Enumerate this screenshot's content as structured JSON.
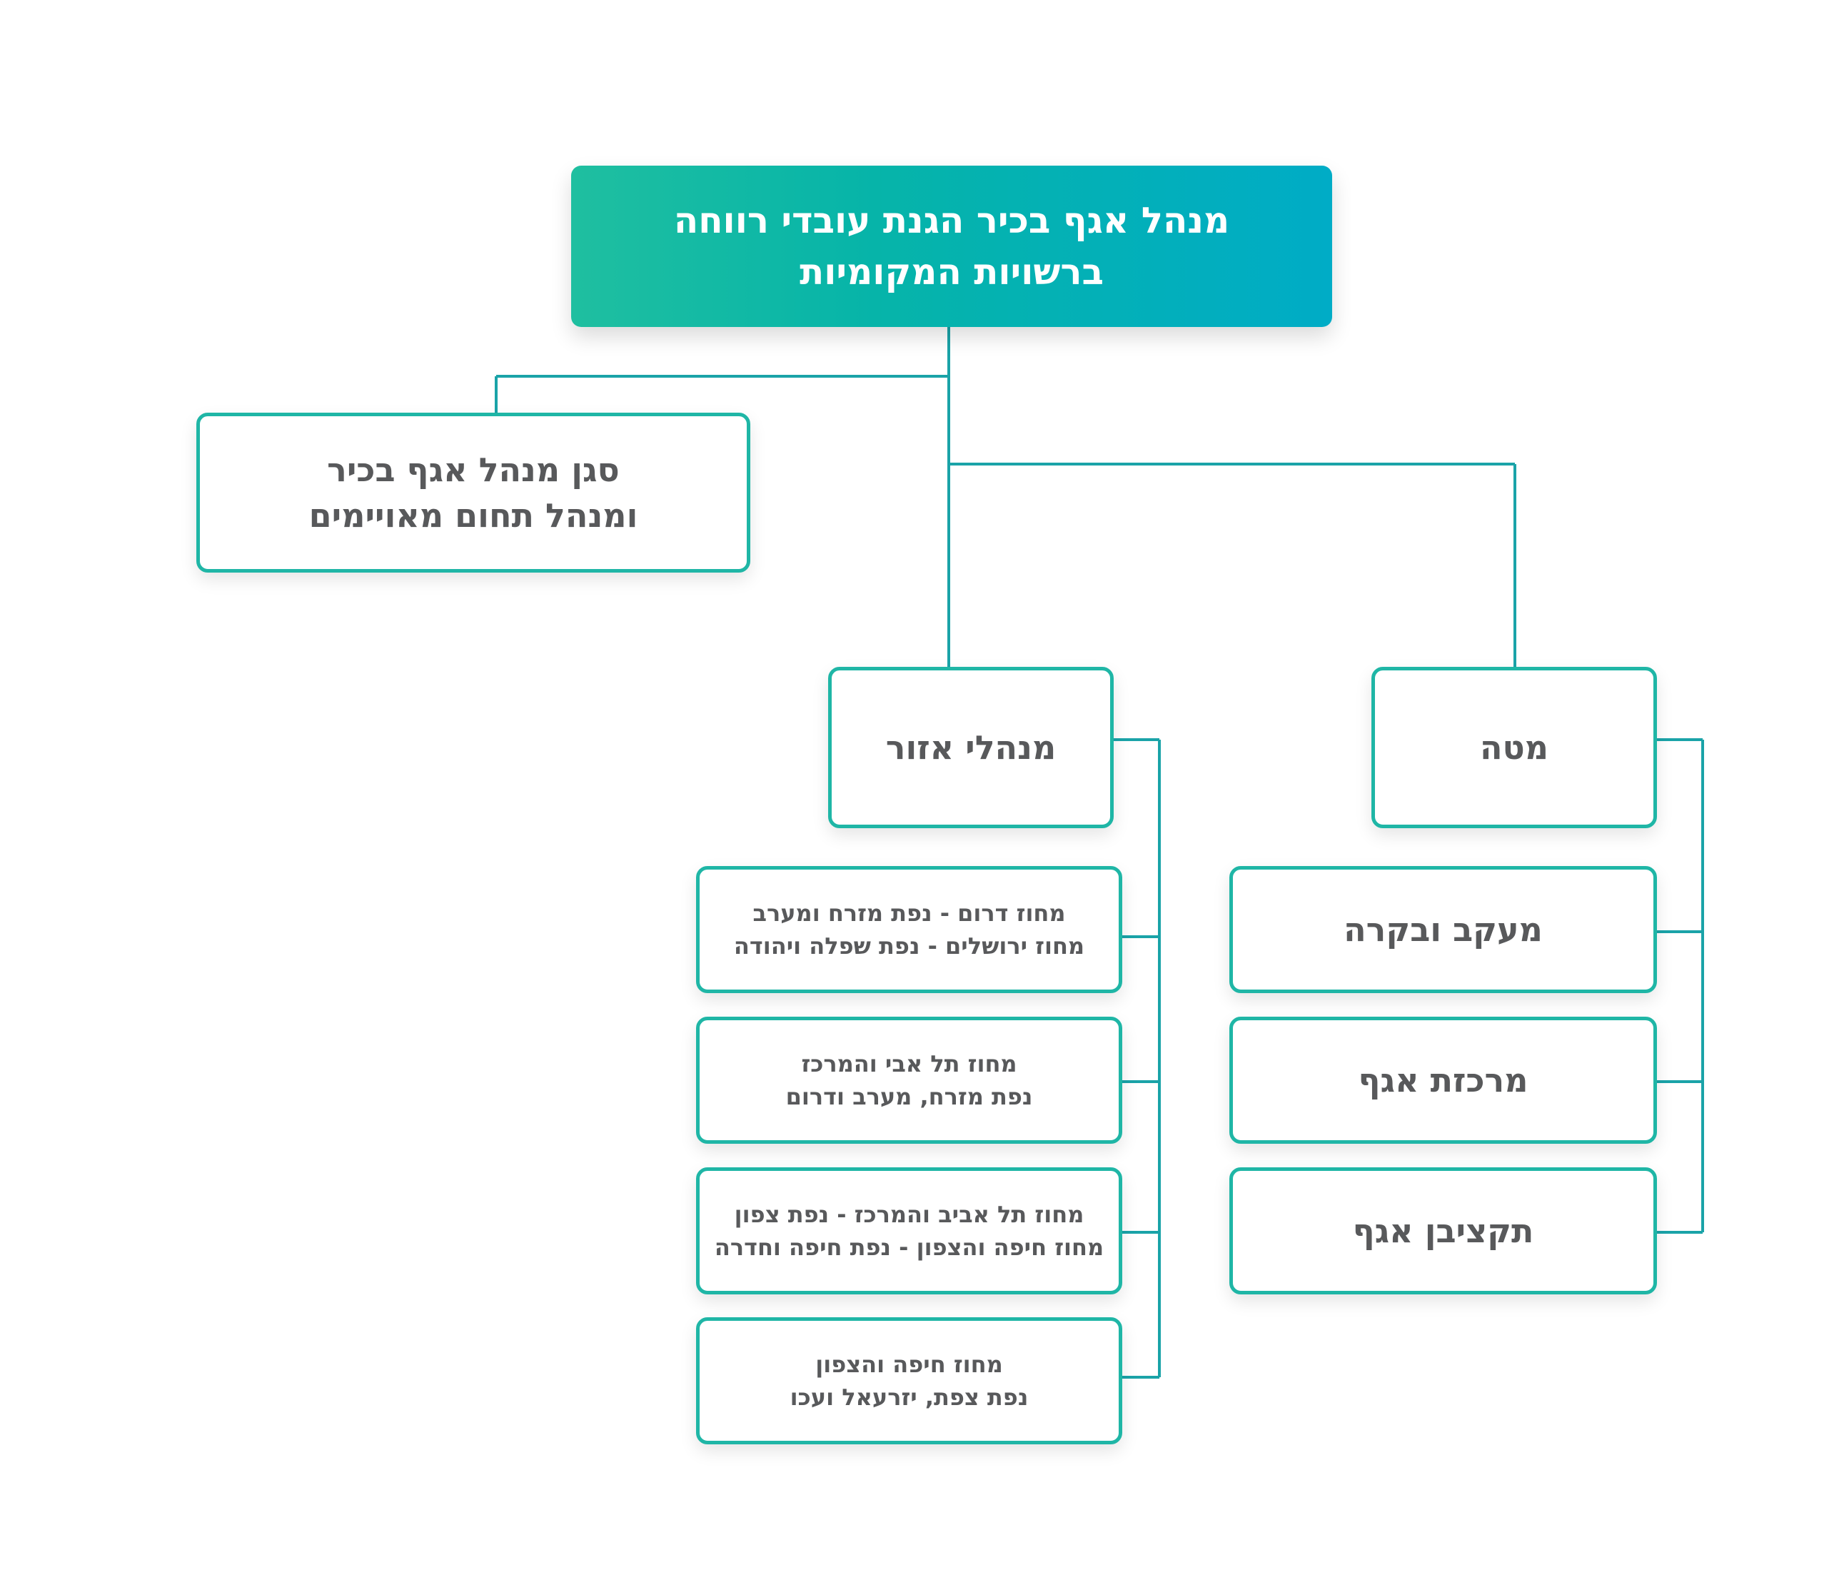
{
  "chart_data": {
    "type": "org-chart",
    "root": {
      "lines": [
        "מנהל אגף בכיר הגנת עובדי רווחה",
        "ברשויות המקומיות"
      ]
    },
    "deputy": {
      "lines": [
        "סגן מנהל אגף בכיר",
        "ומנהל תחום מאויימים"
      ]
    },
    "branches": [
      {
        "title": "מנהלי אזור",
        "children": [
          [
            "מחוז דרום - נפת מזרח ומערב",
            "מחוז ירושלים - נפת שפלה ויהודה"
          ],
          [
            "מחוז תל אבי והמרכז",
            "נפת מזרח, מערב ודרום"
          ],
          [
            "מחוז תל אביב והמרכז - נפת צפון",
            "מחוז חיפה והצפון - נפת חיפה וחדרה"
          ],
          [
            "מחוז חיפה והצפון",
            "נפת צפת, יזרעאל ועכו"
          ]
        ]
      },
      {
        "title": "מטה",
        "children": [
          [
            "מעקב ובקרה"
          ],
          [
            "מרכזת אגף"
          ],
          [
            "תקציבן אגף"
          ]
        ]
      }
    ]
  },
  "colors": {
    "line": "#1aa3a8",
    "border": "#1fb6a6",
    "text": "#58595b",
    "header_start": "#1fbfa0",
    "header_end": "#00acc6"
  }
}
